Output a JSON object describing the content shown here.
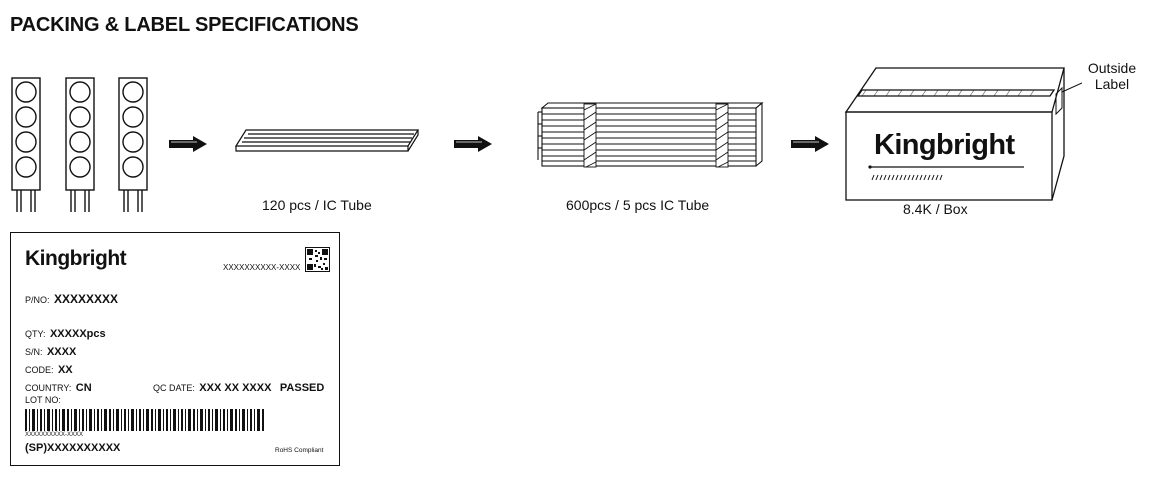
{
  "title": "PACKING & LABEL SPECIFICATIONS",
  "steps": {
    "tube_caption": "120 pcs / IC Tube",
    "bundle_caption": "600pcs / 5 pcs IC Tube",
    "box_caption": "8.4K / Box",
    "box_brand": "Kingbright",
    "outside_label_line1": "Outside",
    "outside_label_line2": "Label"
  },
  "label": {
    "brand": "Kingbright",
    "code_top": "XXXXXXXXXX-XXXX",
    "pno_key": "P/NO:",
    "pno_val": "XXXXXXXX",
    "qty_key": "QTY:",
    "qty_val": "XXXXXpcs",
    "sn_key": "S/N:",
    "sn_val": "XXXX",
    "code_key": "CODE:",
    "code_val": "XX",
    "country_key": "COUNTRY:",
    "country_val": "CN",
    "qc_key": "QC DATE:",
    "qc_val": "XXX XX XXXX",
    "passed": "PASSED",
    "lot_key": "LOT NO:",
    "barcode_text": "XXXXXXXXXX-XXXX",
    "sp_text": "(SP)XXXXXXXXXX",
    "rohs": "RoHS Compliant"
  }
}
